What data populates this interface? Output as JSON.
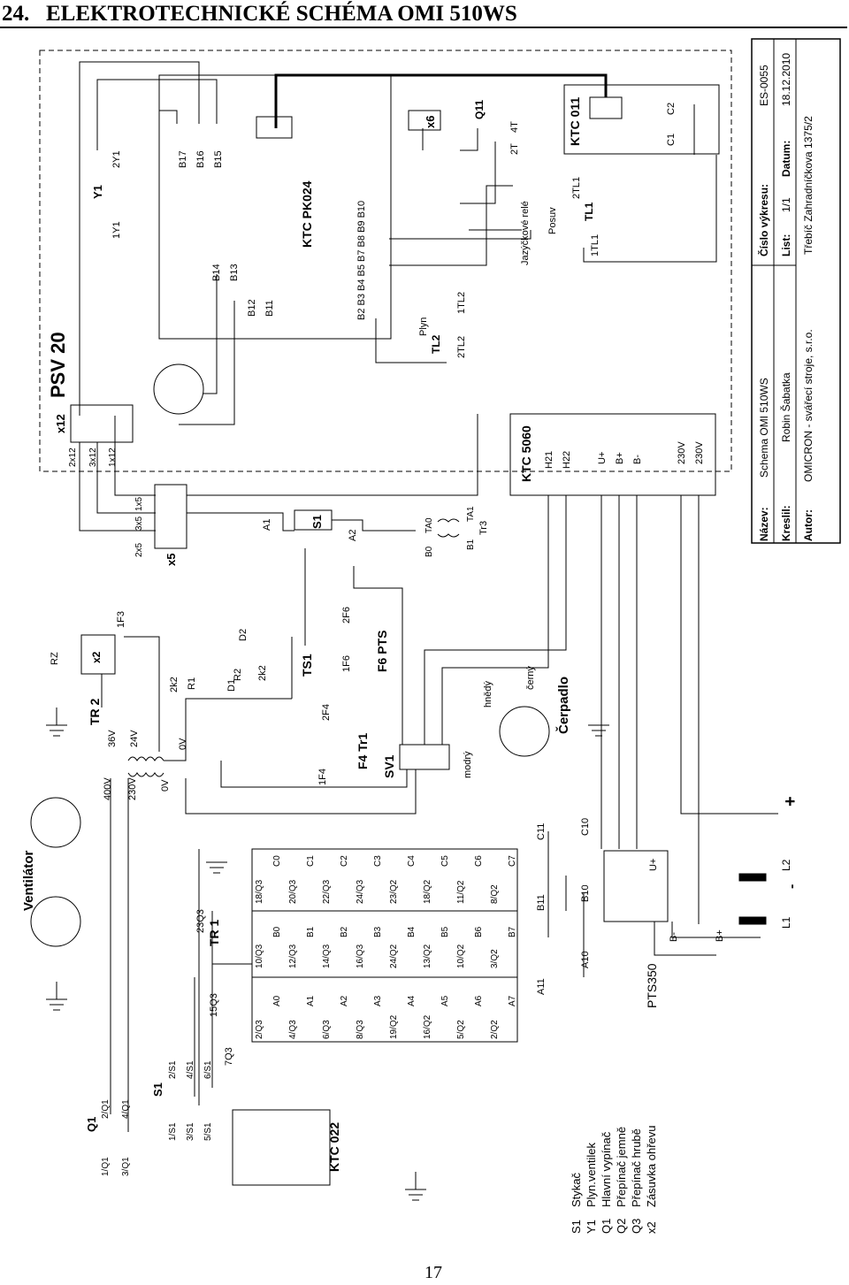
{
  "document": {
    "section_number": "24.",
    "title": "ELEKTROTECHNICKÉ SCHÉMA OMI 510WS",
    "page_number": "17"
  },
  "blocks": {
    "psv20": "PSV 20",
    "ktc_pk024": "KTC PK024",
    "ktc011": "KTC 011",
    "ktc5060": "KTC 5060",
    "ktc022": "KTC 022",
    "ventilator": "Ventilátor",
    "cerpadlo": "Čerpadlo",
    "tr2": "TR 2",
    "tr1": "TR 1",
    "pts350": "PTS350",
    "sv1": "SV1",
    "ts1": "TS1",
    "f4": "F4 Tr1",
    "f6": "F6 PTS",
    "x5": "x5",
    "x12": "x12",
    "x6": "x6",
    "x2": "x2",
    "q11": "Q11",
    "tl1": "TL1",
    "tl2": "TL2",
    "s1_coil": "S1",
    "y1": "Y1",
    "q1": "Q1",
    "s1": "S1"
  },
  "labels": {
    "b_top": [
      "B17",
      "B16",
      "B15"
    ],
    "b_left": [
      "B14",
      "B13",
      "B12",
      "B11"
    ],
    "b_row": "B2 B3 B4 B5  B7 B8 B9 B10",
    "y1_pins": [
      "1Y1",
      "2Y1"
    ],
    "x12_pins": [
      "2x12",
      "3x12",
      "1x12"
    ],
    "x5_pins": [
      "2x5",
      "3x5",
      "1x5"
    ],
    "s1_pins": [
      "A1",
      "A2"
    ],
    "tr3": [
      "TA0",
      "TA1",
      "B0",
      "B1",
      "Tr3"
    ],
    "ktc5060_pins": [
      "H21",
      "H22",
      "U+",
      "B+",
      "B-",
      "230V",
      "230V"
    ],
    "q11_pins": [
      "2T",
      "4T"
    ],
    "relay": "Jazýčkové relé",
    "posuv": "Posuv",
    "tl1_pins": [
      "2TL1",
      "1TL1"
    ],
    "plyn": "Plyn",
    "tl2_pins": [
      "2TL2",
      "1TL2"
    ],
    "c_pins": [
      "C1",
      "C2"
    ],
    "tr2_taps": [
      "400V",
      "230V",
      "0V",
      "36V",
      "24V",
      "0V"
    ],
    "rz": "RZ",
    "f3": "1F3",
    "r1": "R1",
    "r1_val": "2k2",
    "r2": "R2",
    "r2_val": "2k2",
    "d1": "D1",
    "d2": "D2",
    "f4_pins": [
      "1F4",
      "2F4"
    ],
    "f6_pins": [
      "1F6",
      "2F6"
    ],
    "pump_wires": [
      "hnědý",
      "černý",
      "modrý"
    ],
    "tr1_taps": [
      "23Q3",
      "15Q3",
      "7Q3"
    ],
    "q1_pins": [
      "1/Q1",
      "2/Q1",
      "3/Q1",
      "4/Q1"
    ],
    "s1_poles": [
      "1/S1",
      "2/S1",
      "3/S1",
      "4/S1",
      "5/S1",
      "6/S1"
    ],
    "pts_pins": [
      "A11",
      "A10",
      "B11",
      "B10",
      "C11",
      "C10",
      "U+",
      "B-",
      "B+"
    ],
    "outputs": [
      "L1",
      "-",
      "L2",
      "+"
    ],
    "col3_switches": [
      "18/Q3",
      "20/Q3",
      "22/Q3",
      "24/Q3",
      "23/Q2",
      "18/Q2",
      "11/Q2",
      "8/Q2"
    ],
    "col3_outputs": [
      "C0",
      "C1",
      "C2",
      "C3",
      "C4",
      "C5",
      "C6",
      "C7"
    ],
    "col2_switches": [
      "10/Q3",
      "12/Q3",
      "14/Q3",
      "16/Q3",
      "24/Q2",
      "13/Q2",
      "10/Q2",
      "3/Q2"
    ],
    "col2_outputs": [
      "B0",
      "B1",
      "B2",
      "B3",
      "B4",
      "B5",
      "B6",
      "B7"
    ],
    "col1_switches": [
      "2/Q3",
      "4/Q3",
      "6/Q3",
      "8/Q3",
      "19/Q2",
      "16/Q2",
      "5/Q2",
      "2/Q2"
    ],
    "col1_outputs": [
      "A0",
      "A1",
      "A2",
      "A3",
      "A4",
      "A5",
      "A6",
      "A7"
    ]
  },
  "legend": [
    {
      "code": "S1",
      "desc": "Stykač"
    },
    {
      "code": "Y1",
      "desc": "Plyn.ventilek"
    },
    {
      "code": "Q1",
      "desc": "Hlavní vypínač"
    },
    {
      "code": "Q2",
      "desc": "Přepínač jemně"
    },
    {
      "code": "Q3",
      "desc": "Přepínač hrubě"
    },
    {
      "code": "x2",
      "desc": "Zásuvka ohřevu"
    }
  ],
  "title_block": {
    "name_label": "Název:",
    "name_value": "Schema     OMI 510WS",
    "drawing_no_label": "Číslo výkresu:",
    "drawing_no_value": "ES-0055",
    "drawn_label": "Kreslil:",
    "drawn_value": "Robin Šabatka",
    "sheet_label": "List:",
    "sheet_value": "1/1",
    "date_label": "Datum:",
    "date_value": "18.12.2010",
    "author_label": "Autor:",
    "author_value": "OMICRON - svářecí stroje, s.r.o.",
    "address": "Třebíč Zahradníčkova 1375/2"
  }
}
